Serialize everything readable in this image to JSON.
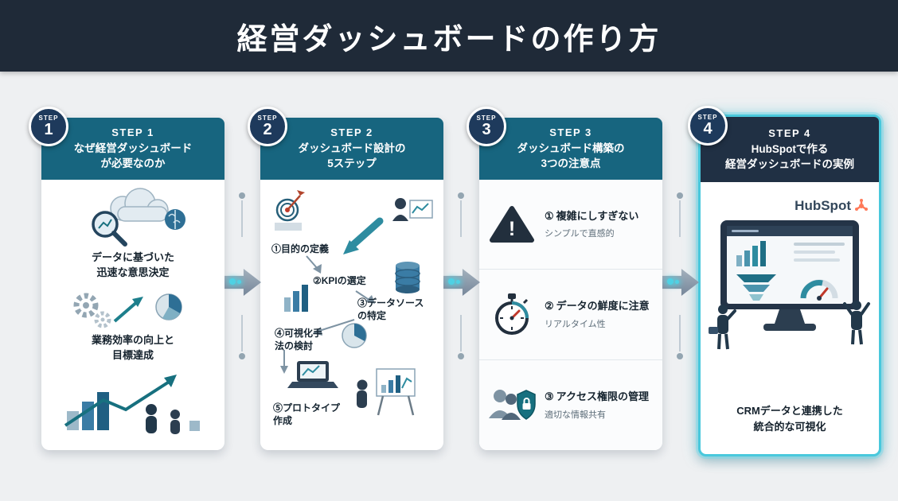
{
  "banner": {
    "title": "経営ダッシュボードの作り方"
  },
  "steps": [
    {
      "badge_word": "STEP",
      "badge_num": "1",
      "label": "STEP 1",
      "title": "なぜ経営ダッシュボード\nが必要なのか",
      "points": [
        "データに基づいた\n迅速な意思決定",
        "業務効率の向上と\n目標達成"
      ]
    },
    {
      "badge_word": "STEP",
      "badge_num": "2",
      "label": "STEP 2",
      "title": "ダッシュボード設計の\n5ステップ",
      "items": [
        "①目的の定義",
        "②KPIの選定",
        "③データソース\nの特定",
        "④可視化手\n法の検討",
        "⑤プロトタイプ\n作成"
      ]
    },
    {
      "badge_word": "STEP",
      "badge_num": "3",
      "label": "STEP 3",
      "title": "ダッシュボード構築の\n3つの注意点",
      "cautions": [
        {
          "num": "①",
          "title": "複雑にしすぎない",
          "sub": "シンプルで直感的"
        },
        {
          "num": "②",
          "title": "データの鮮度に注意",
          "sub": "リアルタイム性"
        },
        {
          "num": "③",
          "title": "アクセス権限の管理",
          "sub": "適切な情報共有"
        }
      ]
    },
    {
      "badge_word": "STEP",
      "badge_num": "4",
      "label": "STEP 4",
      "title": "HubSpotで作る\n経営ダッシュボードの実例",
      "brand": "HubSpot",
      "caption": "CRMデータと連携した\n統合的な可視化"
    }
  ],
  "icons": {
    "warning_glyph": "!"
  },
  "colors": {
    "banner_bg": "#1f2a38",
    "card_header_teal": "#17657f",
    "card_header_navy": "#203044",
    "accent_cyan": "#49c8dc",
    "hubspot_orange": "#ff7a59"
  }
}
